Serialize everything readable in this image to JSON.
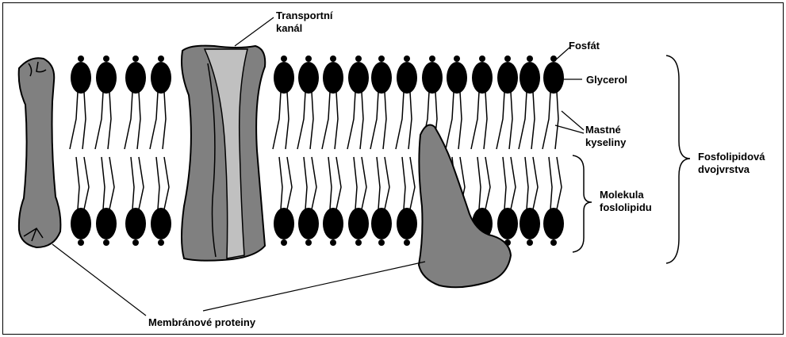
{
  "labels": {
    "transport_channel": [
      "Transportní",
      "kanál"
    ],
    "phosphate": "Fosfát",
    "glycerol": "Glycerol",
    "fatty_acids": [
      "Mastné",
      "kyseliny"
    ],
    "phospholipid_molecule": [
      "Molekula",
      "foslolipidu"
    ],
    "phospholipid_bilayer": [
      "Fosfolipidová",
      "dvojvrstva"
    ],
    "membrane_proteins": "Membránové proteiny"
  },
  "colors": {
    "protein_fill": "#808080",
    "channel_inner": "#c0c0c0",
    "head_fill": "#000000",
    "outline": "#000000",
    "background": "#ffffff"
  }
}
